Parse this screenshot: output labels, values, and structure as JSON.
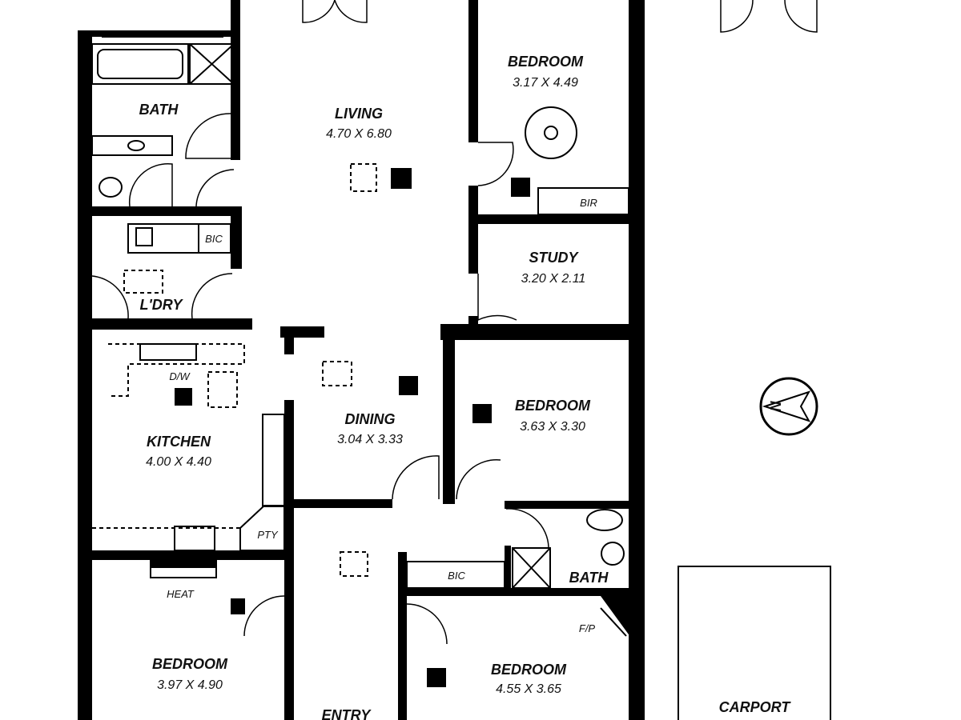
{
  "rooms": {
    "living": {
      "name": "LIVING",
      "size": "4.70 X 6.80"
    },
    "bedroom1": {
      "name": "BEDROOM",
      "size": "3.17 X 4.49"
    },
    "bath1": {
      "name": "BATH"
    },
    "study": {
      "name": "STUDY",
      "size": "3.20 X 2.11"
    },
    "laundry": {
      "name": "L'DRY"
    },
    "kitchen": {
      "name": "KITCHEN",
      "size": "4.00 X 4.40"
    },
    "dining": {
      "name": "DINING",
      "size": "3.04 X 3.33"
    },
    "bedroom2": {
      "name": "BEDROOM",
      "size": "3.63 X 3.30"
    },
    "bath2": {
      "name": "BATH"
    },
    "bedroom3": {
      "name": "BEDROOM",
      "size": "3.97 X 4.90"
    },
    "bedroom4": {
      "name": "BEDROOM",
      "size": "4.55 X 3.65"
    },
    "entry": {
      "name": "ENTRY"
    },
    "carport": {
      "name": "CARPORT"
    }
  },
  "fixtures": {
    "bir": "BIR",
    "bic_laundry": "BIC",
    "bic_hall": "BIC",
    "dw": "D/W",
    "pty": "PTY",
    "heat": "HEAT",
    "fp": "F/P"
  },
  "compass": {
    "label": "N"
  }
}
